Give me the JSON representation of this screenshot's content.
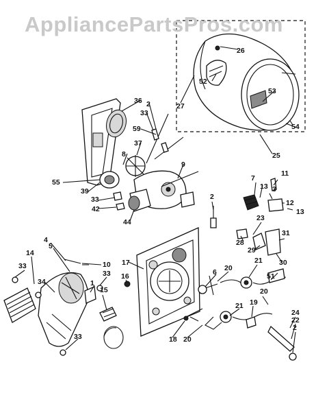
{
  "watermark": "AppliancePartsPros.com",
  "labels": [
    "26",
    "52",
    "27",
    "53",
    "54",
    "25",
    "36",
    "2",
    "33",
    "59",
    "37",
    "8",
    "9",
    "55",
    "39",
    "33",
    "42",
    "44",
    "7",
    "13",
    "11",
    "3",
    "12",
    "13",
    "2",
    "23",
    "28",
    "29",
    "31",
    "30",
    "17",
    "4",
    "5",
    "10",
    "14",
    "33",
    "34",
    "1",
    "33",
    "16",
    "15",
    "6",
    "20",
    "21",
    "51",
    "21",
    "19",
    "20",
    "24",
    "22",
    "2",
    "33",
    "18",
    "20"
  ]
}
